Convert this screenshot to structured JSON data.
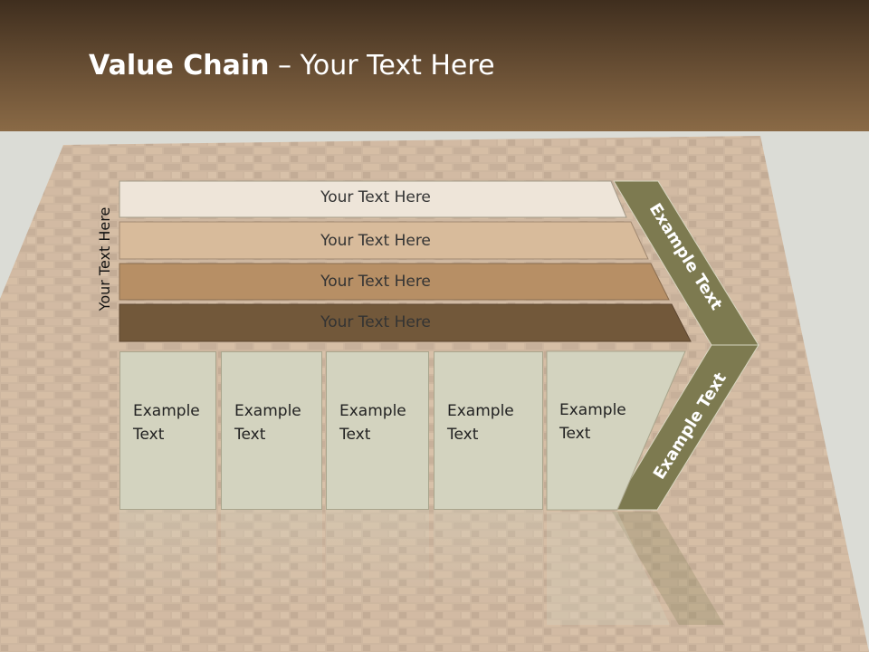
{
  "header": {
    "title_bold": "Value Chain",
    "title_rest": " – Your Text Here"
  },
  "side_label": "Your Text Here",
  "bars": [
    {
      "label": "Your Text Here",
      "color": "#eee5d9"
    },
    {
      "label": "Your Text Here",
      "color": "#d8bb9b"
    },
    {
      "label": "Your Text Here",
      "color": "#b78f65"
    },
    {
      "label": "Your Text Here",
      "color": "#72583a"
    }
  ],
  "boxes": [
    {
      "line1": "Example",
      "line2": "Text"
    },
    {
      "line1": "Example",
      "line2": "Text"
    },
    {
      "line1": "Example",
      "line2": "Text"
    },
    {
      "line1": "Example",
      "line2": "Text"
    },
    {
      "line1": "Example",
      "line2": "Text"
    }
  ],
  "arrow": {
    "upper_label": "Example Text",
    "lower_label": "Example Text",
    "color": "#7d7a50"
  }
}
